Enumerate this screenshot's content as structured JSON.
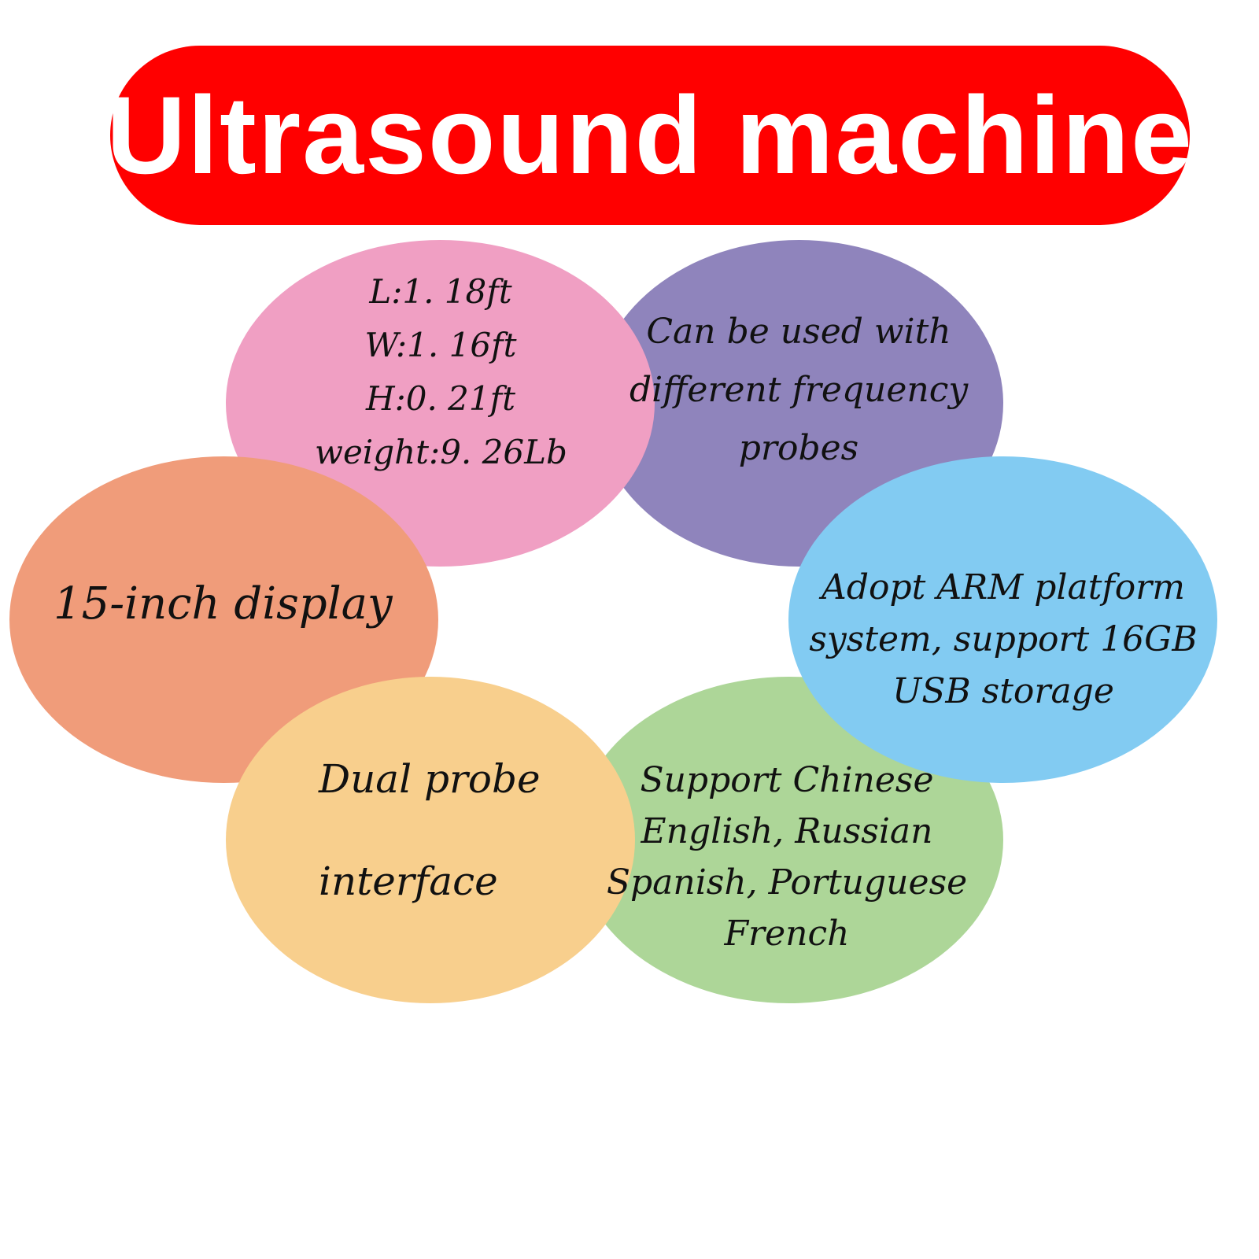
{
  "title": "Ultrasound machine",
  "colors": {
    "banner": "#ff0000",
    "title_text": "#ffffff",
    "dimensions": "#f09fc3",
    "probes": "#8f84bc",
    "arm": "#82cbf2",
    "languages": "#add698",
    "dual": "#f8cf8d",
    "display": "#f09c7a"
  },
  "bubbles": {
    "dimensions": {
      "lines": [
        "L:1. 18ft",
        "W:1. 16ft",
        "H:0. 21ft",
        "weight:9. 26Lb"
      ]
    },
    "probes": {
      "lines": [
        "Can be used with",
        "different frequency",
        "probes"
      ]
    },
    "display": {
      "lines": [
        "15-inch display"
      ]
    },
    "arm": {
      "lines": [
        "Adopt ARM platform",
        "system, support 16GB",
        "USB storage"
      ]
    },
    "dual": {
      "lines": [
        "Dual probe",
        "interface"
      ]
    },
    "languages": {
      "lines": [
        "Support Chinese",
        "English, Russian",
        "Spanish, Portuguese",
        "French"
      ]
    }
  }
}
